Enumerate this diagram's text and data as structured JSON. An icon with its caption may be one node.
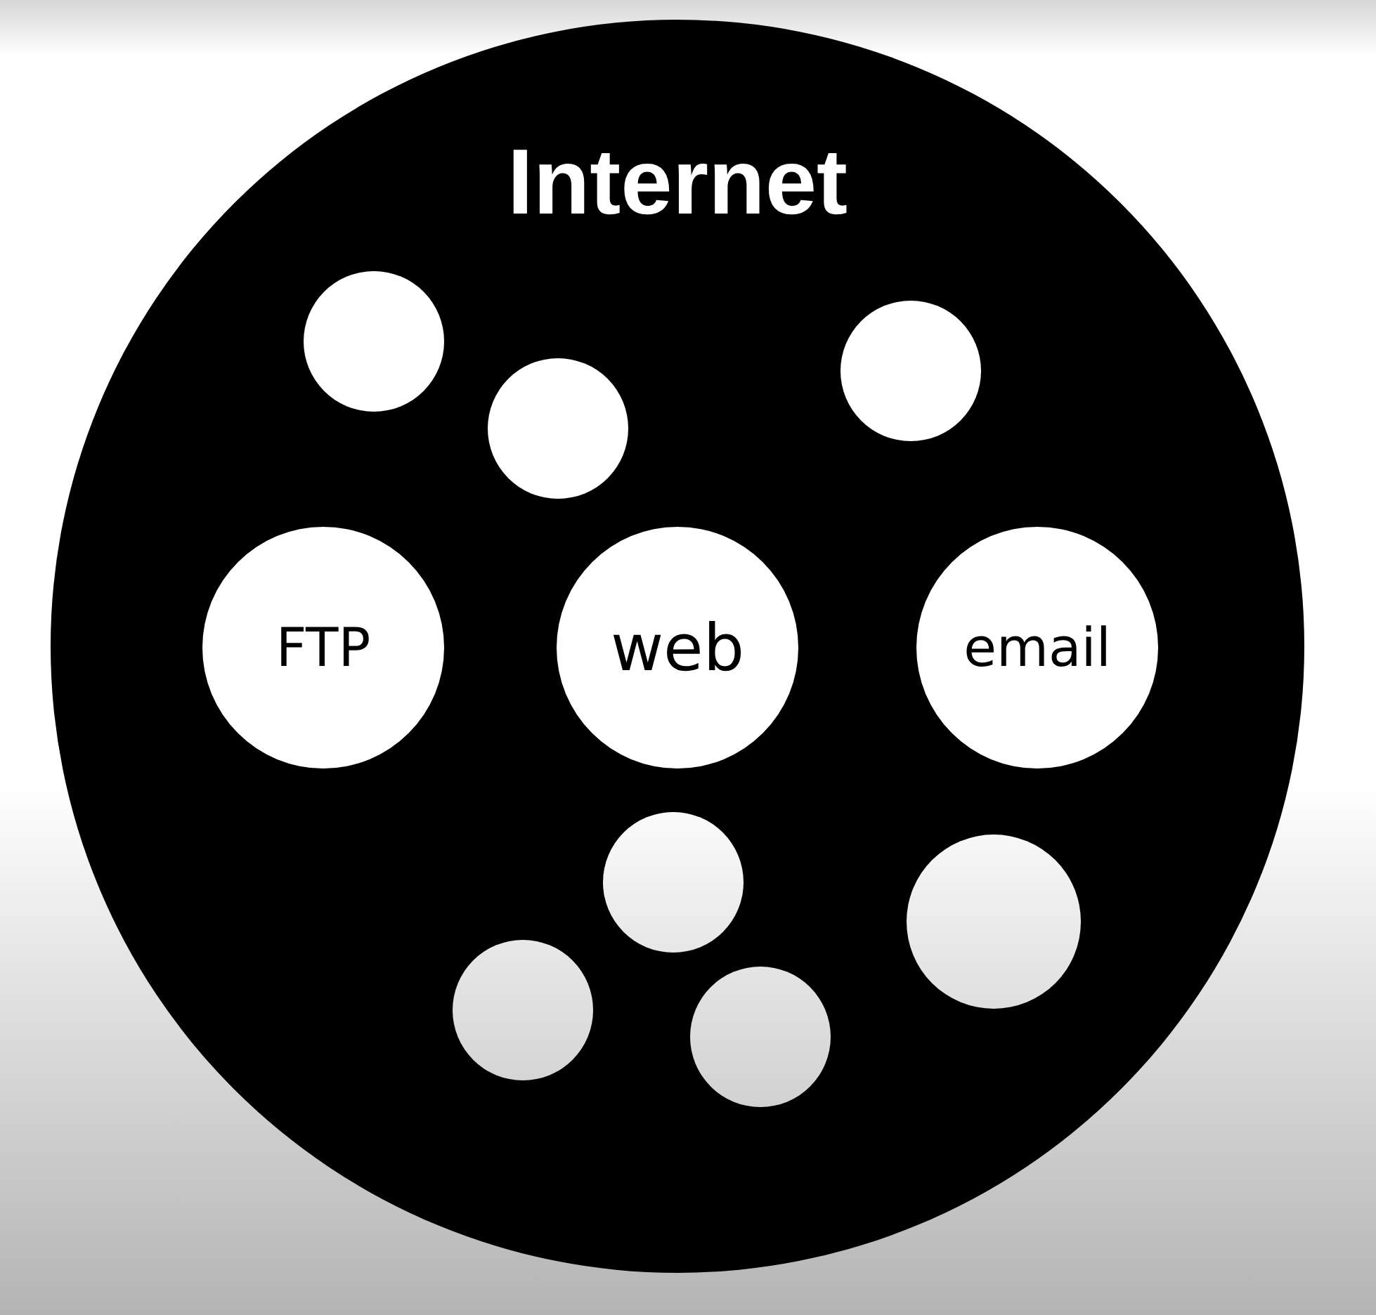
{
  "diagram": {
    "nodes": [
      {
        "text": [
          "Internet"
        ]
      },
      {
        "text": [],
        "shape": "circle",
        "in": 0
      },
      {
        "text": [],
        "shape": "circle",
        "in": 0
      },
      {
        "text": [],
        "shape": "circle",
        "in": 0
      },
      {
        "text": [
          "FTP"
        ],
        "in": 0
      },
      {
        "text": [
          "web"
        ],
        "in": 0
      },
      {
        "text": [
          "email"
        ],
        "in": 0
      },
      {
        "text": [],
        "shape": "circle",
        "in": 0
      },
      {
        "text": [],
        "shape": "circle",
        "in": 0
      },
      {
        "text": [],
        "shape": "circle",
        "in": 0
      },
      {
        "text": [],
        "shape": "circle",
        "in": 0
      }
    ]
  }
}
